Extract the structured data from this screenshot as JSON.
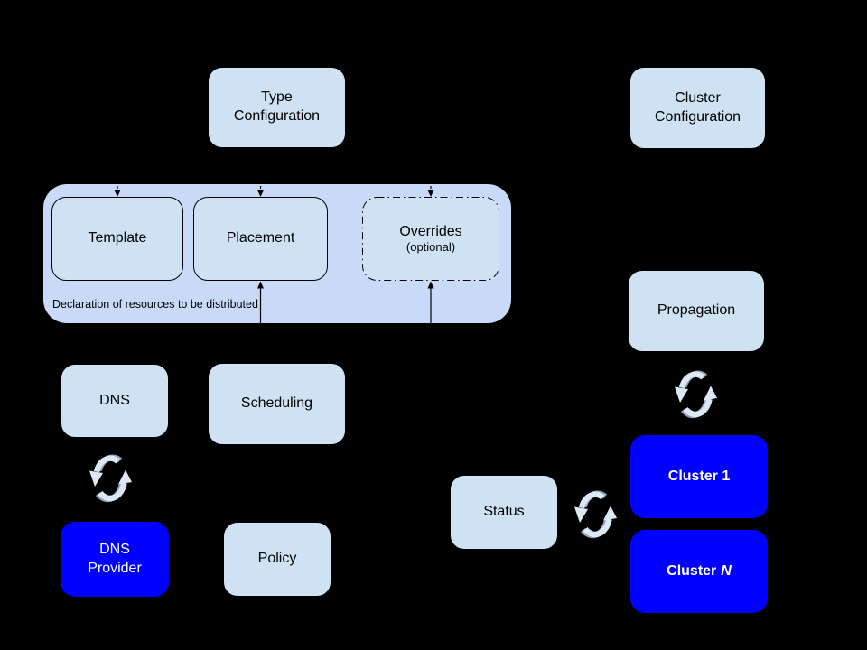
{
  "colors": {
    "background": "#000000",
    "light_box": "#cfe2f3",
    "group_box": "#c9daf8",
    "blue_box": "#0000ff",
    "box_border": "#000000",
    "text": "#000000",
    "text_on_blue": "#ffffff",
    "arrow": "#000000",
    "cycle_light": "#dce8f5",
    "cycle_shadow": "#91a4b6"
  },
  "nodes": {
    "type_configuration": {
      "label": "Type\nConfiguration"
    },
    "cluster_configuration": {
      "label": "Cluster\nConfiguration"
    },
    "resource_group": {
      "caption": "Declaration of resources to be distributed"
    },
    "template": {
      "label": "Template"
    },
    "placement": {
      "label": "Placement"
    },
    "overrides": {
      "label": "Overrides",
      "sublabel": "(optional)"
    },
    "dns": {
      "label": "DNS"
    },
    "scheduling": {
      "label": "Scheduling"
    },
    "dns_provider": {
      "label": "DNS\nProvider"
    },
    "policy": {
      "label": "Policy"
    },
    "status": {
      "label": "Status"
    },
    "propagation": {
      "label": "Propagation"
    },
    "cluster_1": {
      "label": "Cluster 1"
    },
    "cluster_n": {
      "prefix": "Cluster",
      "suffix": "N"
    }
  },
  "icons": {
    "sync_cycle": "sync-cycle-icon"
  }
}
